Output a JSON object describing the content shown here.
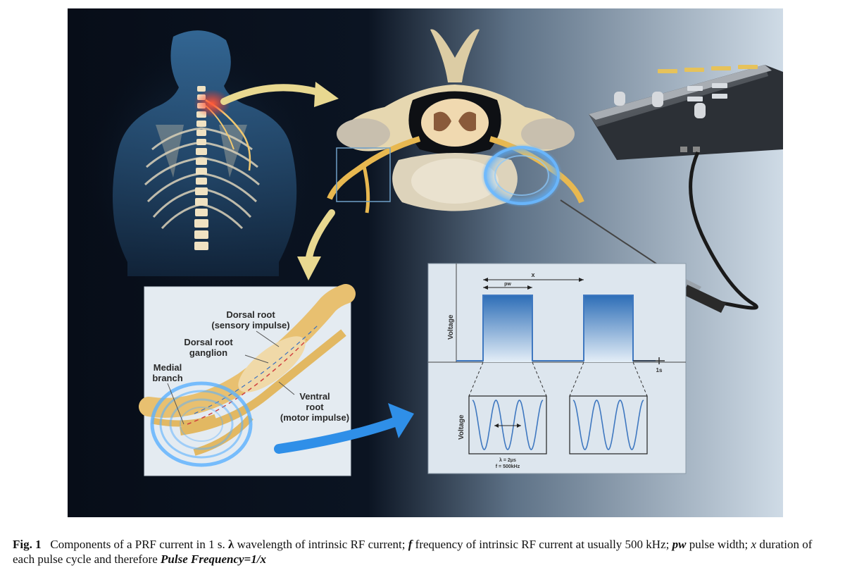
{
  "figure": {
    "nerve_labels": {
      "dorsal_root_1": "Dorsal root",
      "dorsal_root_2": "(sensory impulse)",
      "drg_1": "Dorsal root",
      "drg_2": "ganglion",
      "medial_1": "Medial",
      "medial_2": "branch",
      "ventral_1": "Ventral",
      "ventral_2": "root",
      "ventral_3": "(motor impulse)"
    },
    "waveform": {
      "x_label": "x",
      "pw_label": "pw",
      "voltage_top": "Voltage",
      "voltage_bottom": "Voltage",
      "time_label": "1s",
      "lambda_label": "λ = 2μs",
      "freq_label": "f = 500kHz"
    },
    "colors": {
      "background_dark": "#0a1220",
      "background_light": "#c9d7e4",
      "nerve": "#e8c070",
      "glow": "#4aa8ff",
      "arrow_yellow": "#e8d890",
      "arrow_blue": "#2f8fe8",
      "pulse": "#3f78c0"
    },
    "icons": [
      "human-back-spine-illustration",
      "vertebra-cross-section",
      "rf-generator-device",
      "electrode-probe"
    ]
  },
  "caption": {
    "fig_label": "Fig. 1",
    "t1": "Components of a PRF current in 1 s.",
    "lambda": "λ",
    "t2": "wavelength of intrinsic RF current;",
    "f": "f",
    "t3": "frequency of intrinsic RF current at usually 500 kHz;",
    "pw": "pw",
    "t4": "pulse width;",
    "x": "x",
    "t5": "duration of each pulse cycle and therefore",
    "pf": "Pulse Frequency=1/x"
  }
}
